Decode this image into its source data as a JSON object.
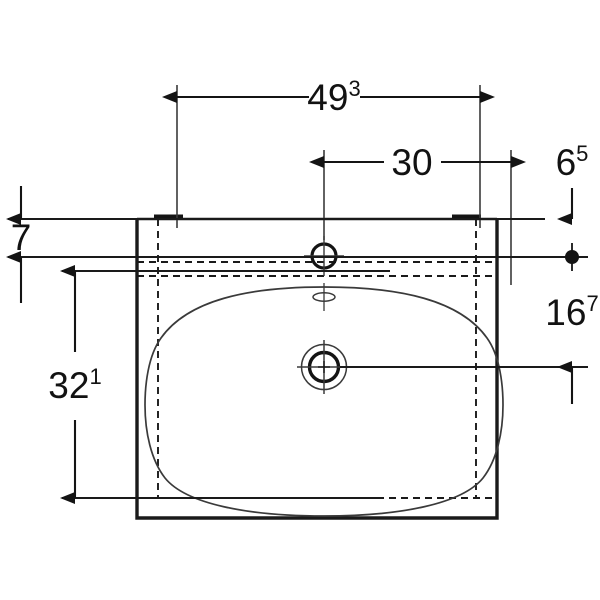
{
  "drawing": {
    "type": "technical-dimension-drawing",
    "subject": "washbasin-top-view",
    "background_color": "#ffffff",
    "line_color": "#1a1a1a",
    "thin_line_color": "#3a3a3a",
    "dimensions": {
      "width_overall": {
        "id": "dim-49-3",
        "value": "49",
        "superscript": "3",
        "orientation": "horizontal",
        "position": "top"
      },
      "tap_offset": {
        "id": "dim-30",
        "value": "30",
        "superscript": "",
        "orientation": "horizontal",
        "position": "top-right"
      },
      "back_edge": {
        "id": "dim-7",
        "value": "7",
        "superscript": "",
        "orientation": "vertical",
        "position": "left-upper"
      },
      "depth": {
        "id": "dim-32-1",
        "value": "32",
        "superscript": "1",
        "orientation": "vertical",
        "position": "left-lower"
      },
      "rim_height": {
        "id": "dim-6-5",
        "value": "6",
        "superscript": "5",
        "orientation": "vertical",
        "position": "right-upper"
      },
      "drain_offset": {
        "id": "dim-16-7",
        "value": "16",
        "superscript": "7",
        "orientation": "vertical",
        "position": "right-lower"
      }
    },
    "features": {
      "outer_body": "rectangular-basin-outline",
      "hidden_outline": "dashed-inner-outline",
      "bowl": "rounded-rectangle-bowl",
      "tap_hole": "tap-hole-circle",
      "overflow": "overflow-slot-ellipse",
      "drain": "drain-concentric-circles"
    }
  }
}
